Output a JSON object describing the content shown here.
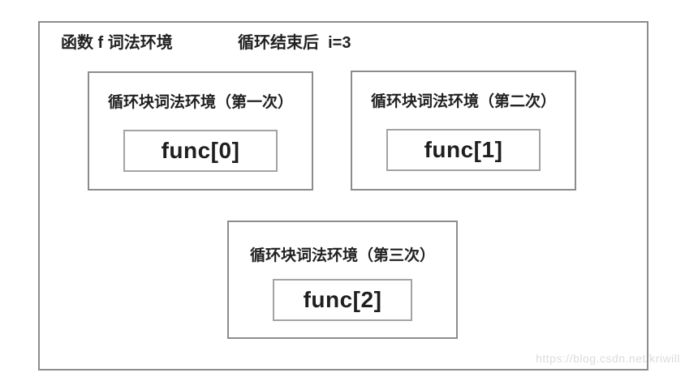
{
  "diagram": {
    "header": {
      "title": "函数 f 词法环境",
      "loop_result": "循环结束后  i=3"
    },
    "env_boxes": [
      {
        "label": "循环块词法环境（第一次）",
        "value": "func[0]"
      },
      {
        "label": "循环块词法环境（第二次）",
        "value": "func[1]"
      },
      {
        "label": "循环块词法环境（第三次）",
        "value": "func[2]"
      }
    ]
  },
  "watermark": "https://blog.csdn.net/kriwill",
  "colors": {
    "background": "#ffffff",
    "outer_border": "#8c8c8c",
    "env_border": "#8c8c8c",
    "func_border": "#a3a3a3",
    "text": "#212121",
    "watermark_text": "#dcdcdc"
  }
}
